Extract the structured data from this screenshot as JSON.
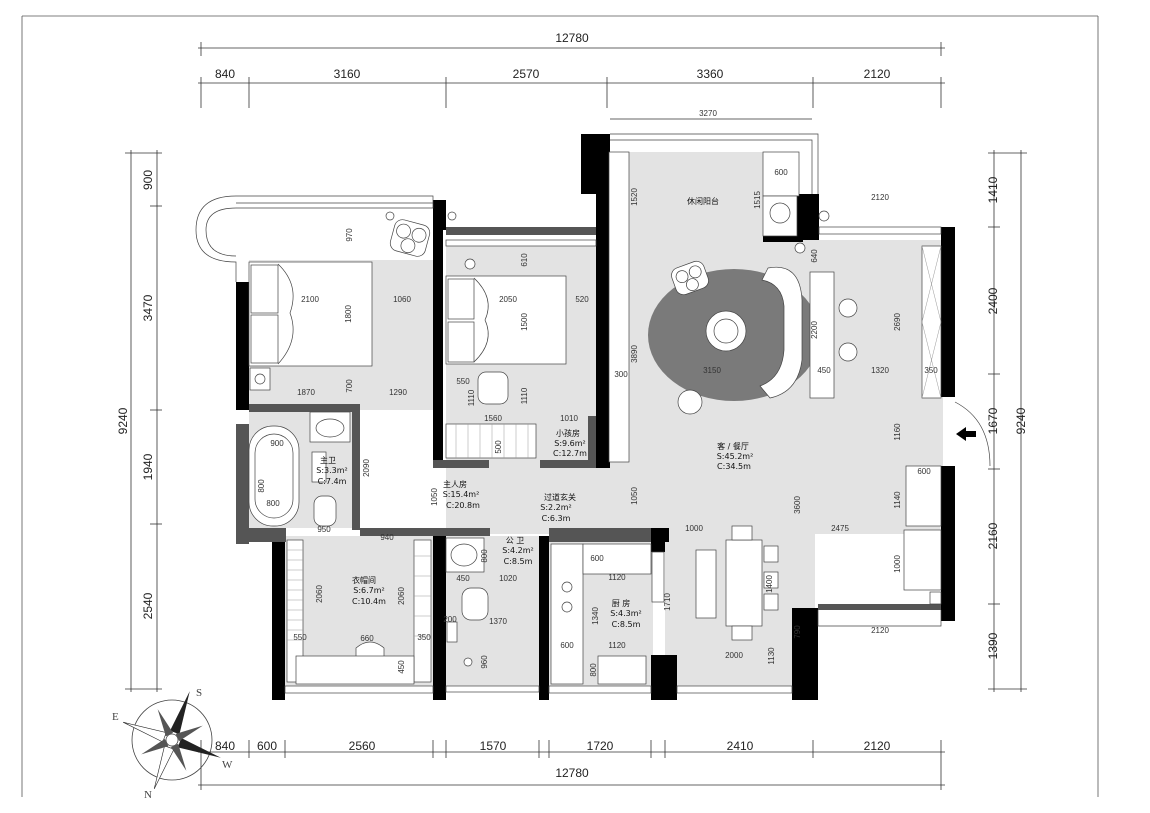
{
  "dimensions": {
    "top_total": "12780",
    "top_segments": [
      "840",
      "3160",
      "2570",
      "3360",
      "2120"
    ],
    "bottom_total": "12780",
    "bottom_segments": [
      "840",
      "600",
      "2560",
      "1570",
      "1720",
      "2410",
      "2120"
    ],
    "left_total": "9240",
    "left_segments": [
      "900",
      "3470",
      "1940",
      "2540"
    ],
    "right_total": "9240",
    "right_segments": [
      "1410",
      "2400",
      "1670",
      "2160",
      "1390"
    ]
  },
  "inner_dims": {
    "d3270": "3270",
    "d1520": "1520",
    "d1515": "1515",
    "d2120a": "2120",
    "d970": "970",
    "d610": "610",
    "d2100": "2100",
    "d1060": "1060",
    "d1800": "1800",
    "d2050": "2050",
    "d520": "520",
    "d1500": "1500",
    "d1870": "1870",
    "d700": "700",
    "d1290": "1290",
    "d550": "550",
    "d1110": "1110",
    "d1110b": "1110",
    "d1560": "1560",
    "d1010": "1010",
    "d640": "640",
    "d2200": "2200",
    "d2690": "2690",
    "d3890": "3890",
    "d300": "300",
    "d3150": "3150",
    "d450": "450",
    "d1320": "1320",
    "d350": "350",
    "d1160": "1160",
    "d900": "900",
    "d800": "800",
    "d2090": "2090",
    "d1050": "1050",
    "d940": "940",
    "d950": "950",
    "d2060": "2060",
    "d2060b": "2060",
    "d550b": "550",
    "d660": "660",
    "d350b": "350",
    "d450b": "450",
    "d1020": "1020",
    "d1370": "1370",
    "d960": "960",
    "d600": "600",
    "d1120": "1120",
    "d1340": "1340",
    "d600b": "600",
    "d1120b": "1120",
    "d1710": "1710",
    "d1000": "1000",
    "d3600": "3600",
    "d2475": "2475",
    "d1400": "1400",
    "d1140": "1140",
    "d1000b": "1000",
    "d2120b": "2120",
    "d790": "790",
    "d1130": "1130",
    "d2000": "2000",
    "d600c": "600",
    "d600d": "600",
    "d500": "500",
    "d200": "200",
    "d800b": "800",
    "d450c": "450",
    "d800c": "800",
    "d1050b": "1050",
    "d800d": "800"
  },
  "rooms": {
    "balcony": {
      "name": "休闲阳台"
    },
    "living": {
      "name": "客 / 餐厅",
      "area": "S:45.2m²",
      "perimeter": "C:34.5m"
    },
    "small_bedroom": {
      "name": "小孩房",
      "area": "S:9.6m²",
      "perimeter": "C:12.7m"
    },
    "master_bedroom": {
      "name": "主人房",
      "area": "S:15.4m²",
      "perimeter": "C:20.8m"
    },
    "master_bath": {
      "name": "主卫",
      "area": "S:3.3m²",
      "perimeter": "C:7.4m"
    },
    "hallway": {
      "name": "过道玄关",
      "area": "S:2.2m²",
      "perimeter": "C:6.3m"
    },
    "public_bath": {
      "name": "公 卫",
      "area": "S:4.2m²",
      "perimeter": "C:8.5m"
    },
    "kitchen": {
      "name": "厨 房",
      "area": "S:4.3m²",
      "perimeter": "C:8.5m"
    },
    "closet": {
      "name": "衣帽间",
      "area": "S:6.7m²",
      "perimeter": "C:10.4m"
    }
  },
  "compass": {
    "n": "N",
    "s": "S",
    "e": "E",
    "w": "W"
  },
  "icons": {
    "entrance": "arrow-left-icon",
    "compass": "compass-rose-icon"
  }
}
